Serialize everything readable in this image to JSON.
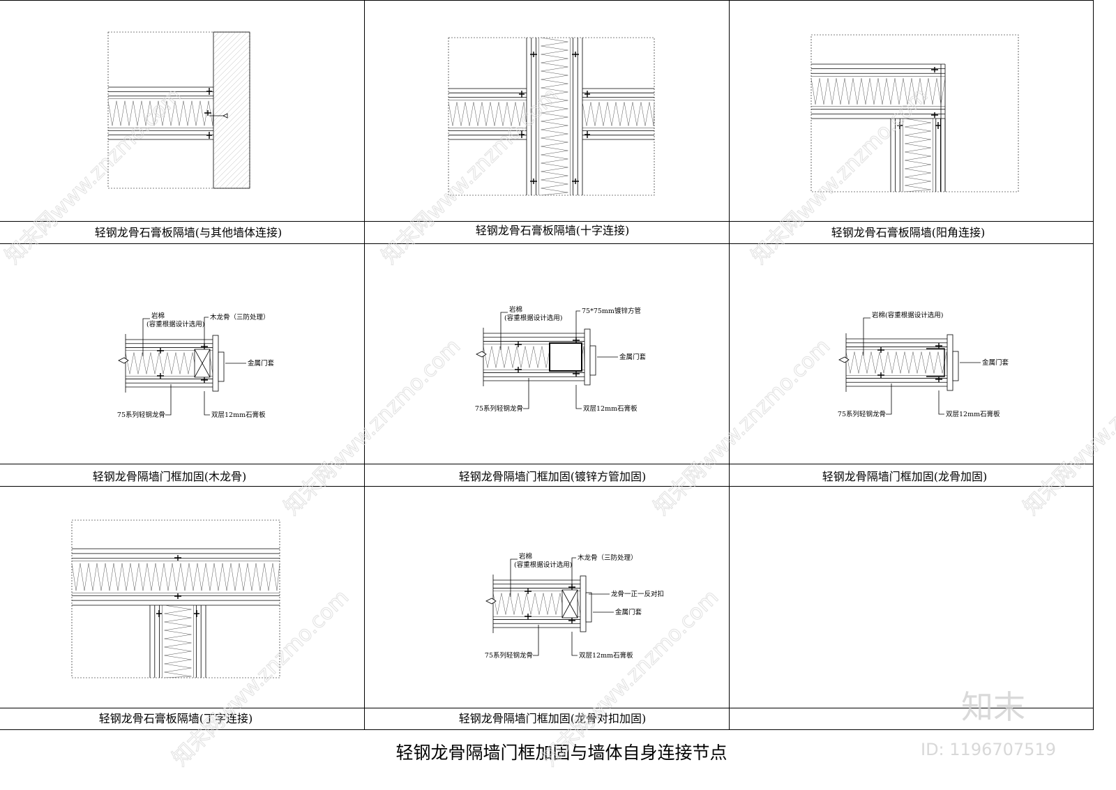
{
  "panels": [
    {
      "caption": "轻钢龙骨石膏板隔墙(与其他墙体连接)"
    },
    {
      "caption": "轻钢龙骨石膏板隔墙(十字连接)"
    },
    {
      "caption": "轻钢龙骨石膏板隔墙(阳角连接)"
    },
    {
      "caption": "轻钢龙骨隔墙门框加固(木龙骨)",
      "notes": {
        "rockwool": "岩棉",
        "density": "(容重根据设计选用)",
        "top_right": "木龙骨（三防处理）",
        "frame": "金属门套",
        "stud": "75系列轻钢龙骨",
        "board": "双层12mm石膏板"
      }
    },
    {
      "caption": "轻钢龙骨隔墙门框加固(镀锌方管加固)",
      "notes": {
        "rockwool": "岩棉",
        "density": "(容重根据设计选用)",
        "top_right": "75*75mm镀锌方管",
        "frame": "金属门套",
        "stud": "75系列轻钢龙骨",
        "board": "双层12mm石膏板"
      }
    },
    {
      "caption": "轻钢龙骨隔墙门框加固(龙骨加固)",
      "notes": {
        "rockwool": "岩棉(容重根据设计选用)",
        "frame": "金属门套",
        "stud": "75系列轻钢龙骨",
        "board": "双层12mm石膏板"
      }
    },
    {
      "caption": "轻钢龙骨石膏板隔墙(丁字连接)"
    },
    {
      "caption": "轻钢龙骨隔墙门框加固(龙骨对扣加固)",
      "notes": {
        "rockwool": "岩棉",
        "density": "(容重根据设计选用)",
        "top_right": "木龙骨（三防处理）",
        "buckle": "龙骨一正一反对扣",
        "frame": "金属门套",
        "stud": "75系列轻钢龙骨",
        "board": "双层12mm石膏板"
      }
    }
  ],
  "sheet_title": "轻钢龙骨隔墙门框加固与墙体自身连接节点",
  "watermark": {
    "text": "知末网www.znzmo.com",
    "logo": "知末",
    "id": "ID: 1196707519"
  }
}
